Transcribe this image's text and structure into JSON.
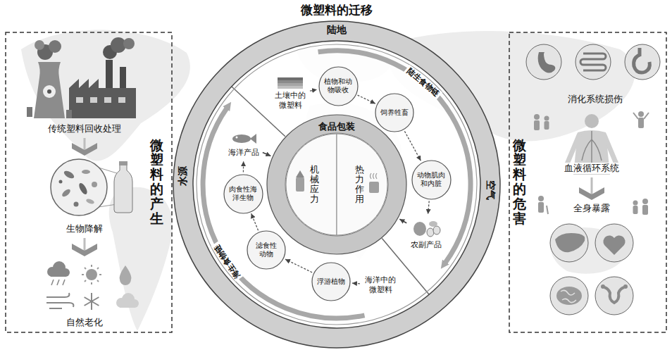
{
  "diagram": {
    "title": "微塑料的迁移",
    "nodes": [
      {
        "text": [
          "微塑料的产生"
        ]
      },
      {
        "text": [
          "传统塑料回收处理"
        ],
        "in": 0
      },
      {
        "text": [
          "生物降解"
        ],
        "in": 0
      },
      {
        "text": [
          "自然老化"
        ],
        "in": 0
      },
      {
        "text": [
          "陆地",
          "空气",
          "水源"
        ]
      },
      {
        "text": [
          "土壤中的微塑料"
        ],
        "in": 4
      },
      {
        "text": [
          "植物和动物吸收"
        ],
        "in": 4
      },
      {
        "text": [
          "饲养牲畜"
        ],
        "in": 4
      },
      {
        "text": [
          "动物肌肉和内脏"
        ],
        "in": 4
      },
      {
        "text": [
          "农副产品"
        ],
        "in": 4
      },
      {
        "text": [
          "食品包装"
        ],
        "in": 4
      },
      {
        "text": [
          "机械应力"
        ],
        "in": 10
      },
      {
        "text": [
          "热力作用"
        ],
        "in": 10
      },
      {
        "text": [
          "海洋中的微塑料"
        ],
        "in": 4
      },
      {
        "text": [
          "浮游植物"
        ],
        "in": 4
      },
      {
        "text": [
          "滤食性动物"
        ],
        "in": 4
      },
      {
        "text": [
          "肉食性海洋生物"
        ],
        "in": 4
      },
      {
        "text": [
          "海洋产品"
        ],
        "in": 4
      },
      {
        "text": [
          "微塑料的危害"
        ]
      },
      {
        "text": [
          "消化系统损伤"
        ],
        "in": 18
      },
      {
        "text": [
          "血液循环系统"
        ],
        "in": 18
      },
      {
        "text": [
          "全身暴露"
        ],
        "in": 18
      }
    ],
    "edges": [
      {
        "from": 1,
        "to": 2,
        "arrow": "to"
      },
      {
        "from": 2,
        "to": 3,
        "arrow": "to"
      },
      {
        "from": 5,
        "to": 6,
        "arrow": "to"
      },
      {
        "from": 6,
        "to": 7,
        "arrow": "to"
      },
      {
        "from": 7,
        "to": 8,
        "arrow": "to"
      },
      {
        "from": 8,
        "to": 9,
        "arrow": "to"
      },
      {
        "from": 9,
        "to": 10,
        "arrow": "to"
      },
      {
        "from": 13,
        "to": 14,
        "arrow": "to"
      },
      {
        "from": 14,
        "to": 15,
        "arrow": "to"
      },
      {
        "from": 15,
        "to": 16,
        "arrow": "to"
      },
      {
        "from": 16,
        "to": 17,
        "arrow": "to"
      },
      {
        "from": 17,
        "to": 10,
        "arrow": "to"
      },
      {
        "from": 20,
        "to": 21,
        "arrow": "to"
      }
    ],
    "labels": [
      "陆生食物链",
      "海生食物链"
    ]
  }
}
